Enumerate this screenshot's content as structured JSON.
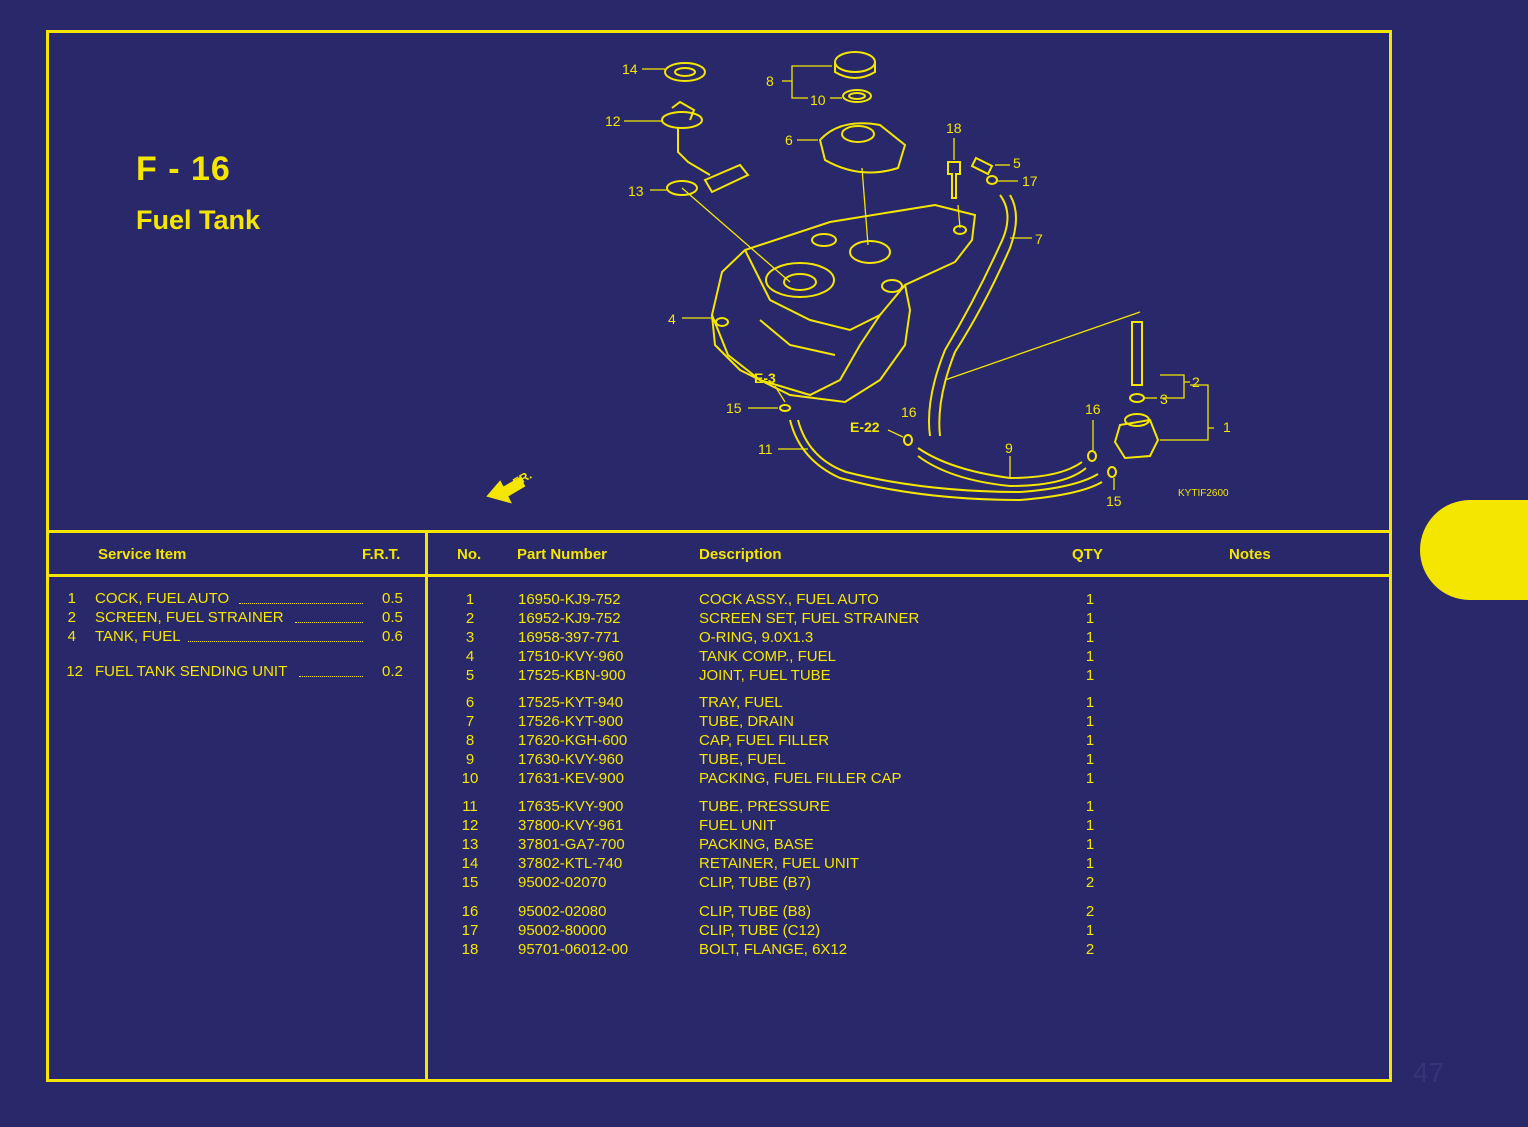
{
  "header": {
    "code": "F - 16",
    "name": "Fuel Tank"
  },
  "diagram": {
    "ref_code": "KYTIF2600",
    "front_label": "FR.",
    "callouts": [
      "14",
      "8",
      "10",
      "12",
      "6",
      "18",
      "5",
      "17",
      "13",
      "7",
      "4",
      "E-3",
      "15",
      "16",
      "E-22",
      "11",
      "9",
      "16",
      "2",
      "3",
      "1",
      "15"
    ]
  },
  "service_table": {
    "headers": {
      "item": "Service Item",
      "frt": "F.R.T."
    },
    "rows": [
      {
        "no": "1",
        "desc": "COCK, FUEL AUTO",
        "frt": "0.5"
      },
      {
        "no": "2",
        "desc": "SCREEN, FUEL STRAINER",
        "frt": "0.5"
      },
      {
        "no": "4",
        "desc": "TANK, FUEL",
        "frt": "0.6"
      },
      {
        "no": "12",
        "desc": "FUEL TANK SENDING UNIT",
        "frt": "0.2"
      }
    ]
  },
  "parts_table": {
    "headers": {
      "no": "No.",
      "part": "Part Number",
      "desc": "Description",
      "qty": "QTY",
      "notes": "Notes"
    },
    "rows": [
      {
        "no": "1",
        "part": "16950-KJ9-752",
        "desc": "COCK ASSY., FUEL AUTO",
        "qty": "1"
      },
      {
        "no": "2",
        "part": "16952-KJ9-752",
        "desc": "SCREEN SET, FUEL STRAINER",
        "qty": "1"
      },
      {
        "no": "3",
        "part": "16958-397-771",
        "desc": "O-RING, 9.0X1.3",
        "qty": "1"
      },
      {
        "no": "4",
        "part": "17510-KVY-960",
        "desc": "TANK COMP., FUEL",
        "qty": "1"
      },
      {
        "no": "5",
        "part": "17525-KBN-900",
        "desc": "JOINT, FUEL TUBE",
        "qty": "1"
      },
      {
        "no": "6",
        "part": "17525-KYT-940",
        "desc": "TRAY, FUEL",
        "qty": "1"
      },
      {
        "no": "7",
        "part": "17526-KYT-900",
        "desc": "TUBE, DRAIN",
        "qty": "1"
      },
      {
        "no": "8",
        "part": "17620-KGH-600",
        "desc": "CAP, FUEL FILLER",
        "qty": "1"
      },
      {
        "no": "9",
        "part": "17630-KVY-960",
        "desc": "TUBE, FUEL",
        "qty": "1"
      },
      {
        "no": "10",
        "part": "17631-KEV-900",
        "desc": "PACKING, FUEL FILLER CAP",
        "qty": "1"
      },
      {
        "no": "11",
        "part": "17635-KVY-900",
        "desc": "TUBE, PRESSURE",
        "qty": "1"
      },
      {
        "no": "12",
        "part": "37800-KVY-961",
        "desc": "FUEL UNIT",
        "qty": "1"
      },
      {
        "no": "13",
        "part": "37801-GA7-700",
        "desc": "PACKING, BASE",
        "qty": "1"
      },
      {
        "no": "14",
        "part": "37802-KTL-740",
        "desc": "RETAINER, FUEL UNIT",
        "qty": "1"
      },
      {
        "no": "15",
        "part": "95002-02070",
        "desc": "CLIP, TUBE (B7)",
        "qty": "2"
      },
      {
        "no": "16",
        "part": "95002-02080",
        "desc": "CLIP, TUBE (B8)",
        "qty": "2"
      },
      {
        "no": "17",
        "part": "95002-80000",
        "desc": "CLIP, TUBE (C12)",
        "qty": "1"
      },
      {
        "no": "18",
        "part": "95701-06012-00",
        "desc": "BOLT, FLANGE, 6X12",
        "qty": "2"
      }
    ]
  },
  "page_number": "47",
  "colors": {
    "background": "#28286a",
    "accent": "#f5e600"
  }
}
